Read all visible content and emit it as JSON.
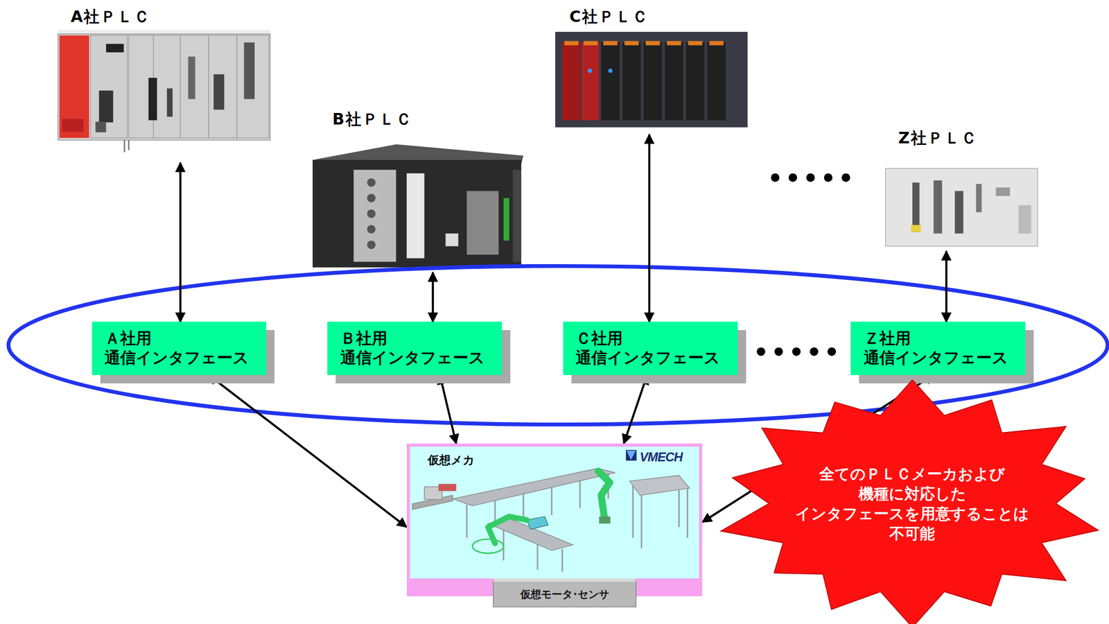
{
  "diagram": {
    "nodes": [
      {
        "text": [
          "A社ＰＬＣ"
        ]
      },
      {
        "text": [
          "B社ＰＬＣ"
        ]
      },
      {
        "text": [
          "C社ＰＬＣ"
        ]
      },
      {
        "text": [
          "Z社ＰＬＣ"
        ]
      },
      {
        "text": [
          "Ａ社用 通信インタフェース"
        ]
      },
      {
        "text": [
          "Ｂ社用 通信インタフェース"
        ]
      },
      {
        "text": [
          "Ｃ社用 通信インタフェース"
        ]
      },
      {
        "text": [
          "Ｚ社用 通信インタフェース"
        ]
      },
      {
        "text": [
          "仮想メカ",
          "VMECH"
        ]
      },
      {
        "text": [
          "仮想モータ･センサ"
        ]
      },
      {
        "text": [
          "全てのＰＬＣメーカおよび 機種に対応した インタフェースを用意することは 不可能"
        ]
      }
    ],
    "edges": [
      {
        "from": 0,
        "to": 4,
        "arrow": "both"
      },
      {
        "from": 1,
        "to": 5,
        "arrow": "both"
      },
      {
        "from": 2,
        "to": 6,
        "arrow": "both"
      },
      {
        "from": 3,
        "to": 7,
        "arrow": "both"
      },
      {
        "from": 4,
        "to": 8,
        "arrow": "both"
      },
      {
        "from": 5,
        "to": 8,
        "arrow": "both"
      },
      {
        "from": 6,
        "to": 8,
        "arrow": "both"
      },
      {
        "from": 7,
        "to": 8,
        "arrow": "both"
      }
    ]
  }
}
